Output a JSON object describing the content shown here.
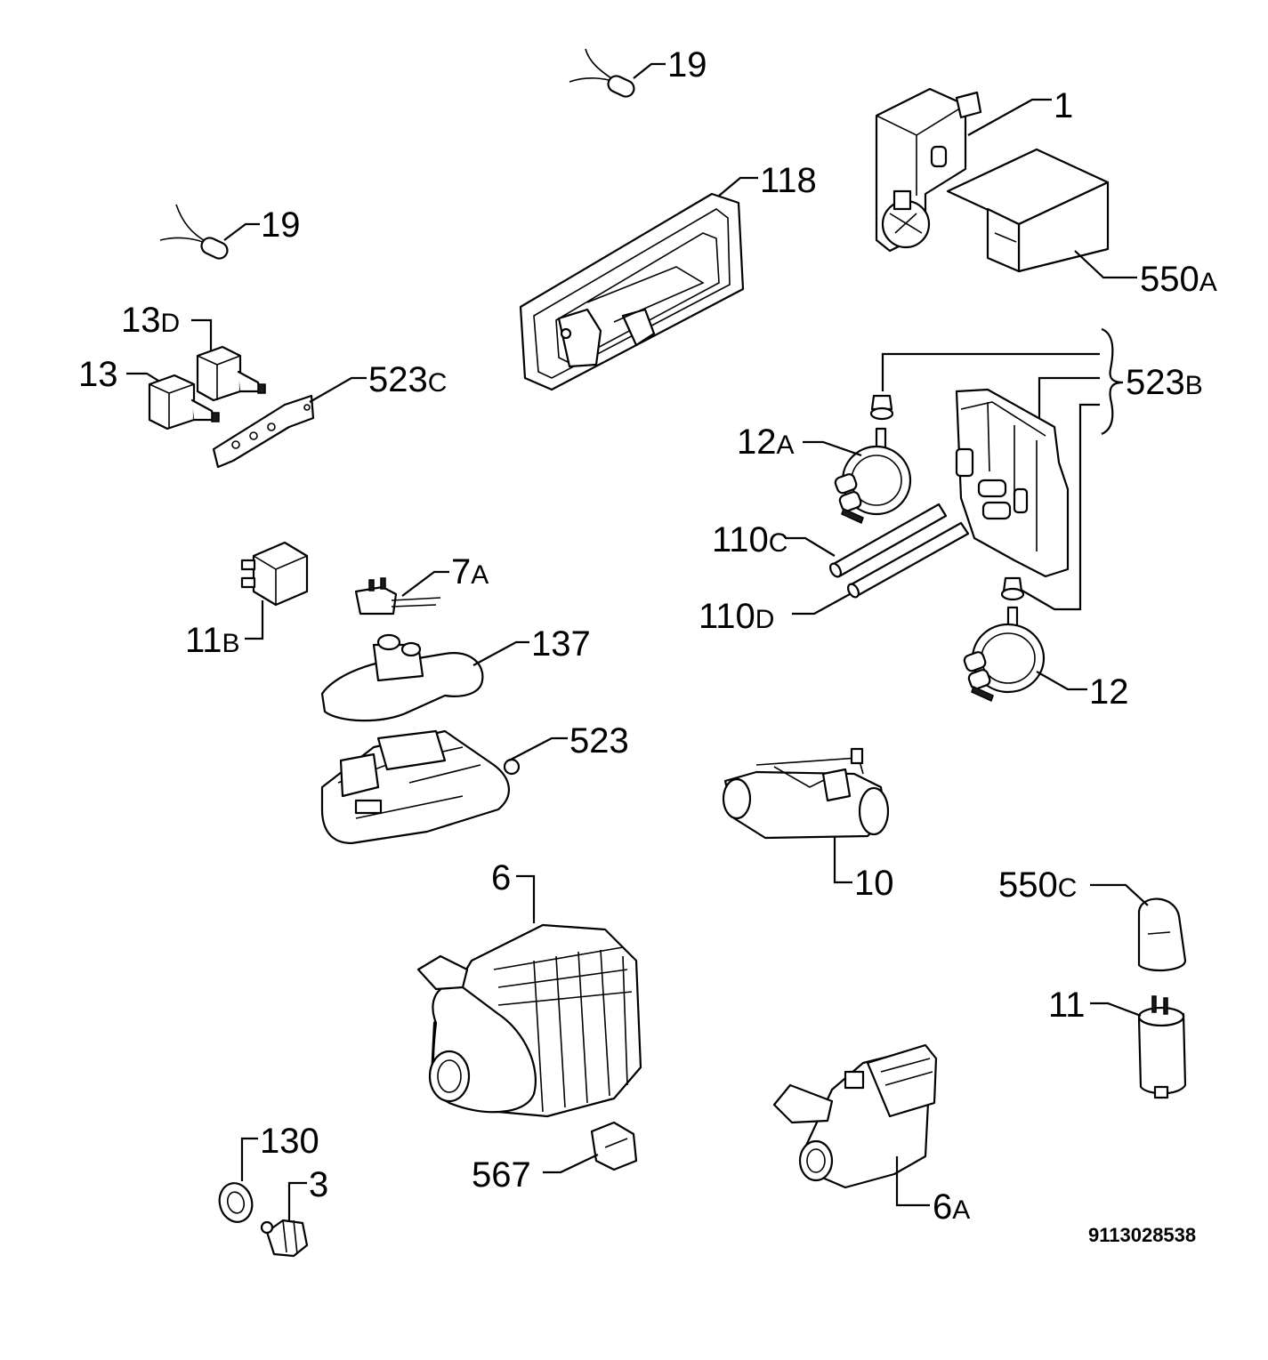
{
  "diagram": {
    "drawing_number": "9113028538",
    "callouts": [
      {
        "num": "19",
        "suffix": ""
      },
      {
        "num": "1",
        "suffix": ""
      },
      {
        "num": "118",
        "suffix": ""
      },
      {
        "num": "19",
        "suffix": ""
      },
      {
        "num": "550",
        "suffix": "A"
      },
      {
        "num": "13",
        "suffix": "D"
      },
      {
        "num": "13",
        "suffix": ""
      },
      {
        "num": "523",
        "suffix": "C"
      },
      {
        "num": "523",
        "suffix": "B"
      },
      {
        "num": "12",
        "suffix": "A"
      },
      {
        "num": "110",
        "suffix": "C"
      },
      {
        "num": "110",
        "suffix": "D"
      },
      {
        "num": "7",
        "suffix": "A"
      },
      {
        "num": "11",
        "suffix": "B"
      },
      {
        "num": "137",
        "suffix": ""
      },
      {
        "num": "12",
        "suffix": ""
      },
      {
        "num": "523",
        "suffix": ""
      },
      {
        "num": "10",
        "suffix": ""
      },
      {
        "num": "6",
        "suffix": ""
      },
      {
        "num": "550",
        "suffix": "C"
      },
      {
        "num": "11",
        "suffix": ""
      },
      {
        "num": "130",
        "suffix": ""
      },
      {
        "num": "3",
        "suffix": ""
      },
      {
        "num": "567",
        "suffix": ""
      },
      {
        "num": "6",
        "suffix": "A"
      }
    ]
  }
}
